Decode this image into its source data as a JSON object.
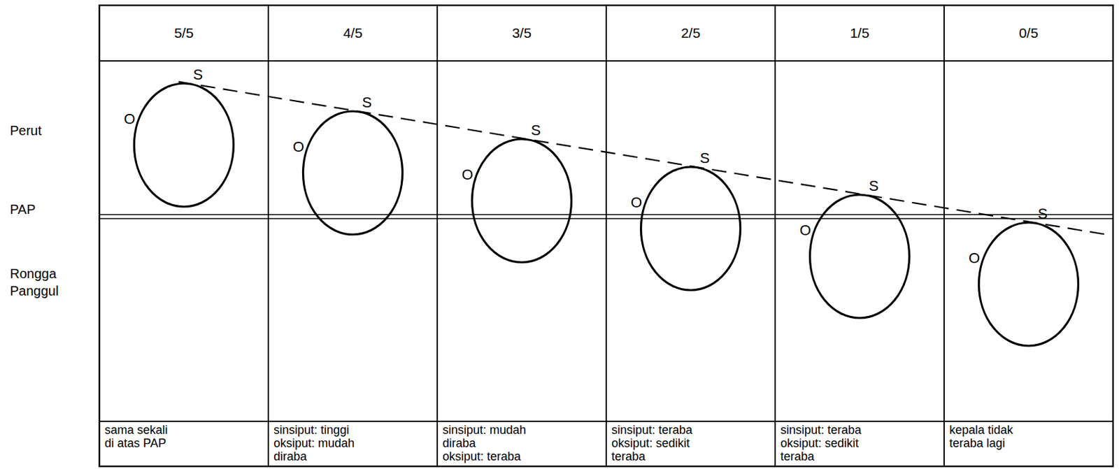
{
  "diagram": {
    "labels": [
      "5/5",
      "4/5",
      "3/5",
      "2/5",
      "1/5",
      "0/5",
      "Perut",
      "PAP",
      "Rongga Panggul",
      "O",
      "S",
      "O",
      "S",
      "O",
      "S",
      "O",
      "S",
      "O",
      "S",
      "O",
      "S",
      "sama sekali di atas PAP",
      "sinsiput: tinggi",
      "oksiput: mudah diraba",
      "sinsiput: mudah diraba",
      "oksiput: teraba",
      "sinsiput: teraba",
      "oksiput: sedikit teraba",
      "sinsiput: teraba",
      "oksiput: sedikit teraba",
      "kepala tidak teraba lagi"
    ]
  }
}
